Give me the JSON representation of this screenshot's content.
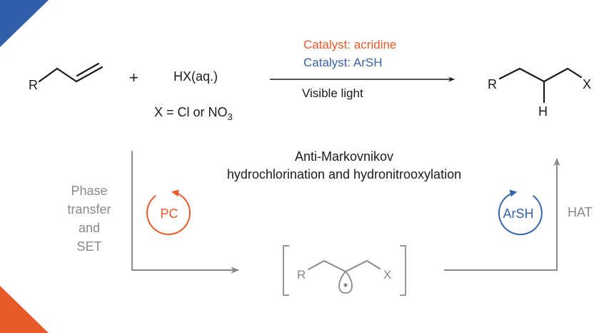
{
  "colors": {
    "orange": "#e8592a",
    "blue": "#3563ab",
    "grey": "#8a8a8a",
    "black": "#1a1a1a"
  },
  "reaction": {
    "reactant_r": "R",
    "plus": "+",
    "reagent_hx": "HX(aq.)",
    "x_definition_prefix": "X = Cl or NO",
    "x_definition_subscript": "3",
    "catalyst_orange": "Catalyst: acridine",
    "catalyst_blue": "Catalyst: ArSH",
    "condition": "Visible light",
    "product_r": "R",
    "product_x": "X",
    "product_h": "H"
  },
  "mechanism": {
    "title_line1": "Anti-Markovnikov",
    "title_line2": "hydrochlorination and hydronitrooxylation",
    "left_label": [
      "Phase",
      "transfer",
      "and",
      "SET"
    ],
    "pc_label": "PC",
    "arsh_label": "ArSH",
    "hat_label": "HAT",
    "radical_r": "R",
    "radical_x": "X"
  }
}
